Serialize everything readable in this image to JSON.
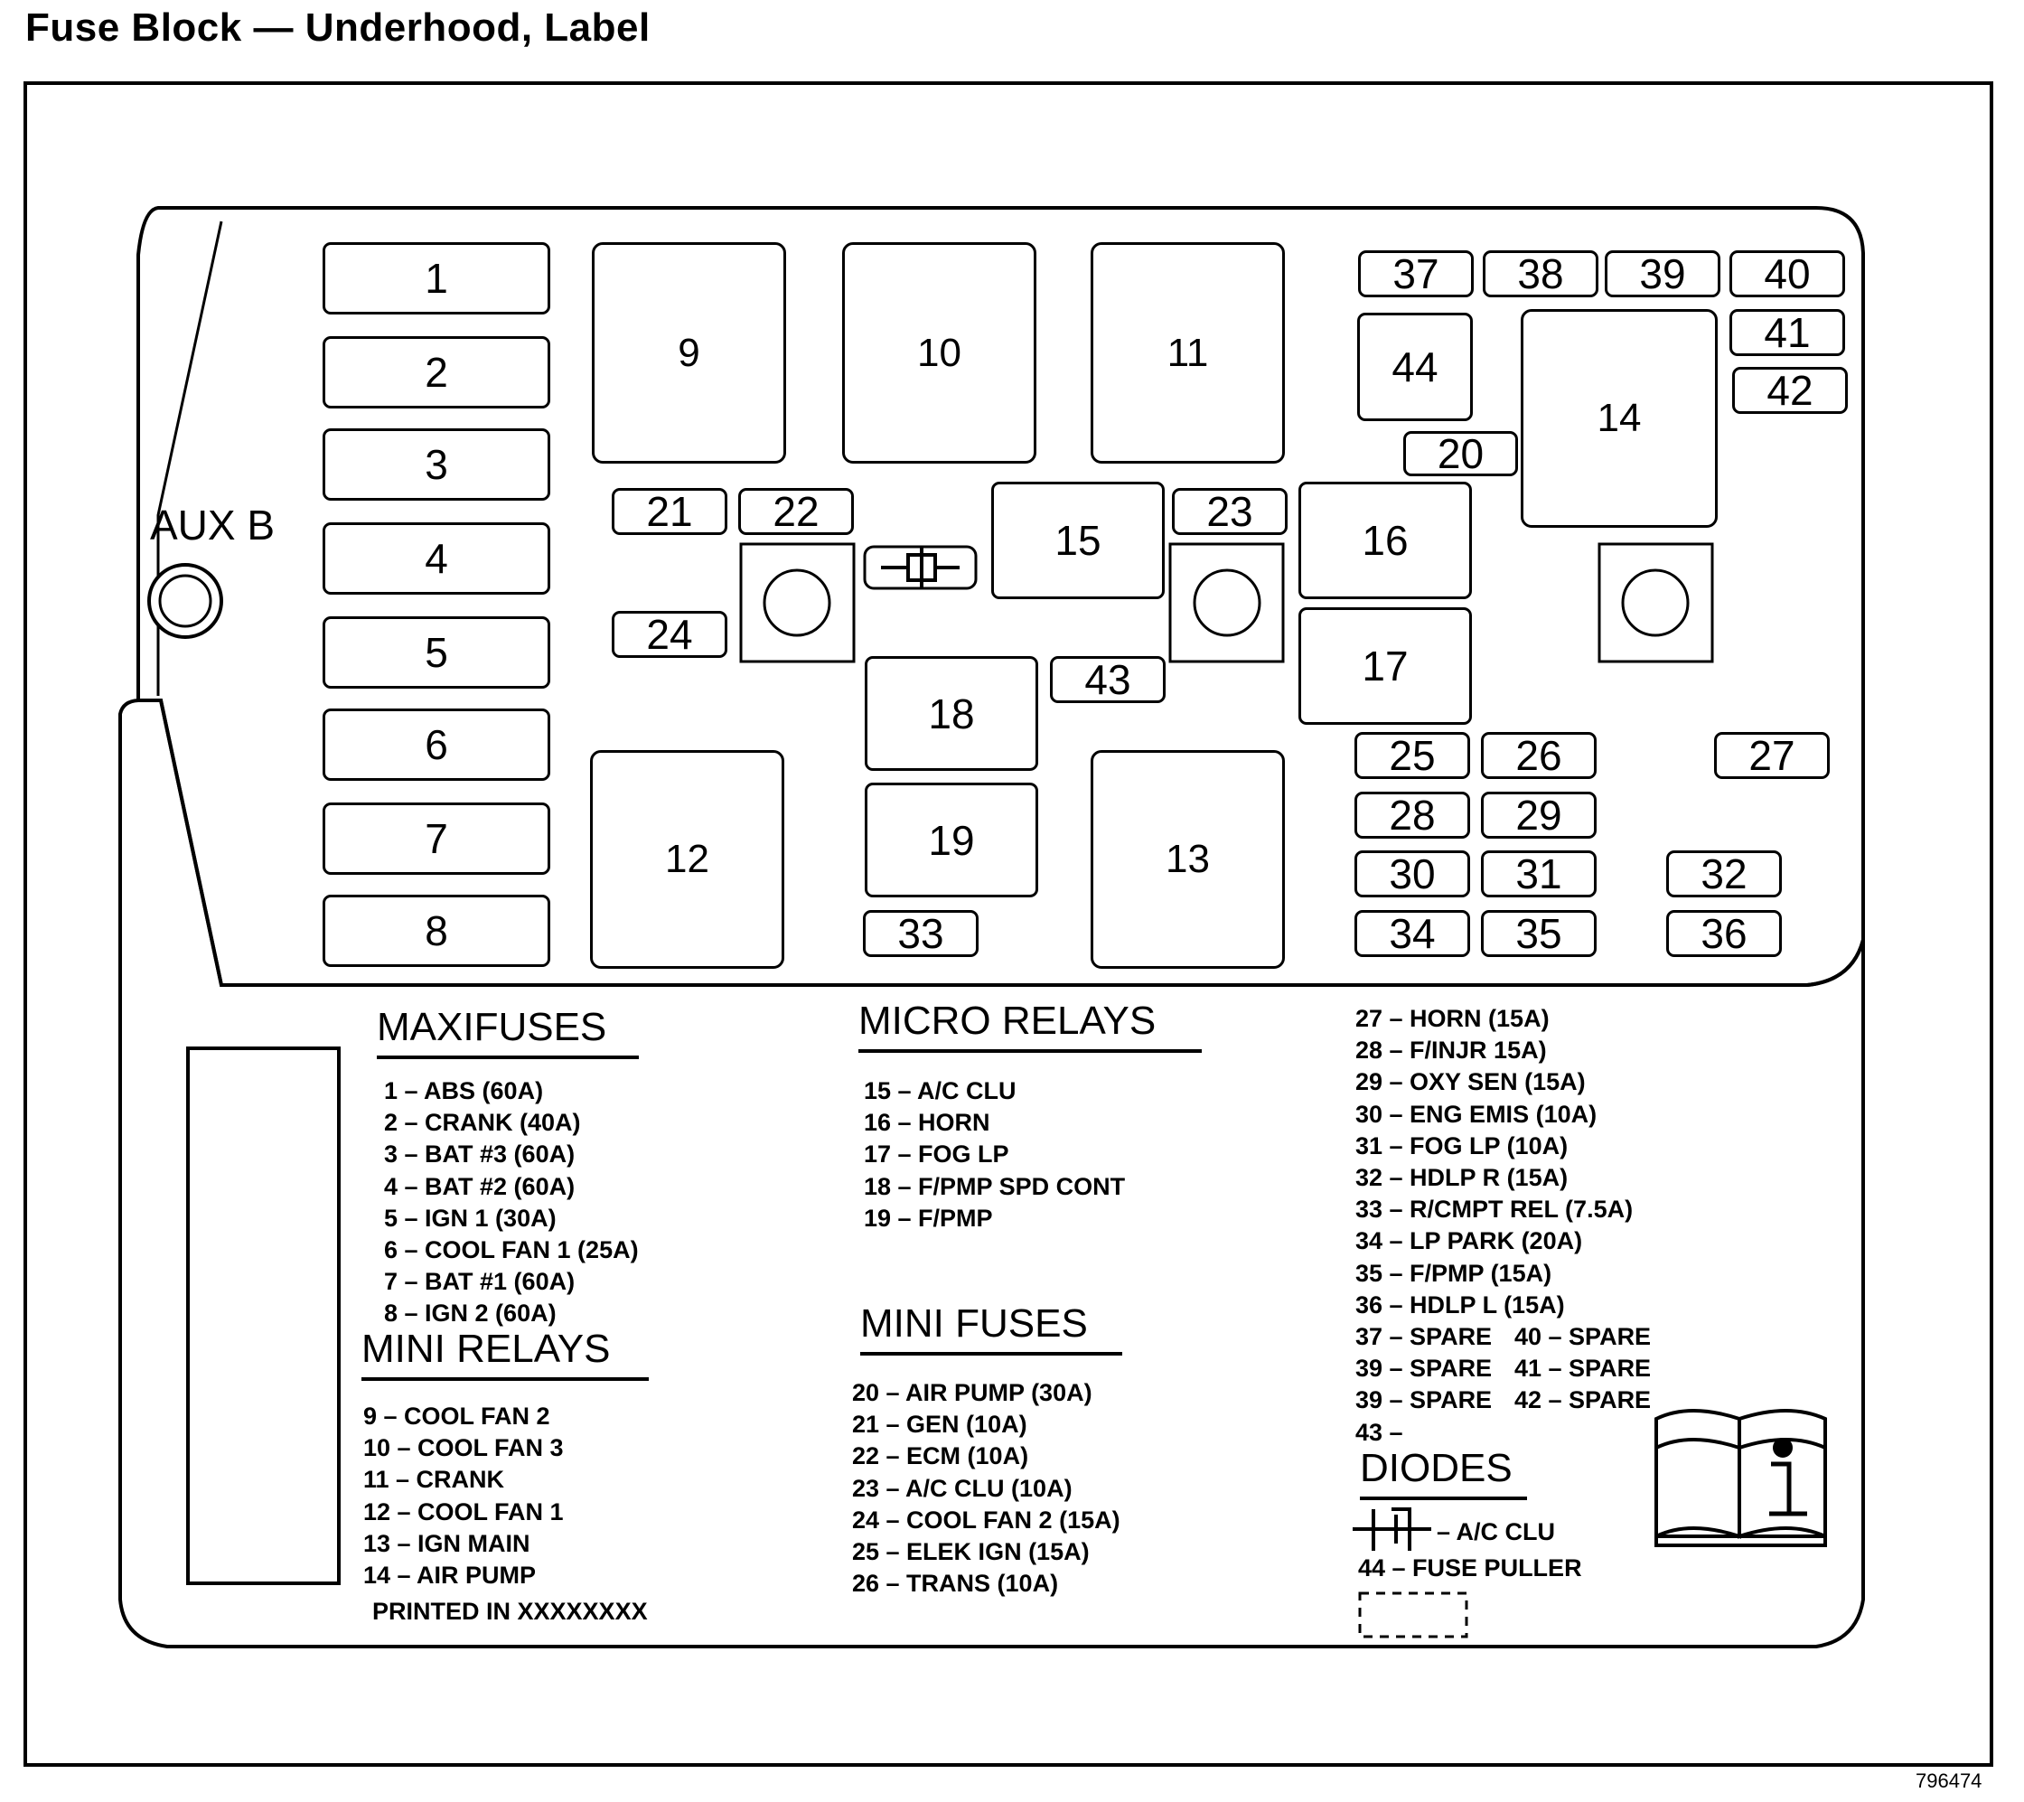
{
  "title": "Fuse Block — Underhood, Label",
  "figure_number": "796474",
  "aux_label": "AUX B",
  "slots": {
    "s1": "1",
    "s2": "2",
    "s3": "3",
    "s4": "4",
    "s5": "5",
    "s6": "6",
    "s7": "7",
    "s8": "8",
    "s9": "9",
    "s10": "10",
    "s11": "11",
    "s12": "12",
    "s13": "13",
    "s14": "14",
    "s15": "15",
    "s16": "16",
    "s17": "17",
    "s18": "18",
    "s19": "19",
    "s20": "20",
    "s21": "21",
    "s22": "22",
    "s23": "23",
    "s24": "24",
    "s25": "25",
    "s26": "26",
    "s27": "27",
    "s28": "28",
    "s29": "29",
    "s30": "30",
    "s31": "31",
    "s32": "32",
    "s33": "33",
    "s34": "34",
    "s35": "35",
    "s36": "36",
    "s37": "37",
    "s38": "38",
    "s39": "39",
    "s40": "40",
    "s41": "41",
    "s42": "42",
    "s43": "43",
    "s44": "44"
  },
  "maxifuses": {
    "heading": "MAXIFUSES",
    "items": [
      "1 – ABS (60A)",
      "2 – CRANK (40A)",
      "3 – BAT #3 (60A)",
      "4 – BAT #2 (60A)",
      "5 – IGN 1 (30A)",
      "6 – COOL FAN 1 (25A)",
      "7 – BAT #1 (60A)",
      "8 – IGN 2 (60A)"
    ]
  },
  "mini_relays": {
    "heading": "MINI RELAYS",
    "items": [
      "9 – COOL FAN 2",
      "10 – COOL FAN 3",
      "11 – CRANK",
      "12 – COOL FAN 1",
      "13 – IGN MAIN",
      "14 – AIR PUMP"
    ]
  },
  "printed_in": "PRINTED IN XXXXXXXX",
  "micro_relays": {
    "heading": "MICRO RELAYS",
    "items": [
      "15 – A/C CLU",
      "16 – HORN",
      "17 – FOG LP",
      "18 – F/PMP SPD CONT",
      "19 – F/PMP"
    ]
  },
  "mini_fuses": {
    "heading": "MINI FUSES",
    "items": [
      "20 – AIR PUMP (30A)",
      "21 – GEN (10A)",
      "22 – ECM (10A)",
      "23 – A/C CLU (10A)",
      "24 – COOL FAN 2 (15A)",
      "25 – ELEK IGN (15A)",
      "26 – TRANS (10A)"
    ]
  },
  "right_list": {
    "items": [
      "27 – HORN (15A)",
      "28 – F/INJR 15A)",
      "29 – OXY SEN (15A)",
      "30 – ENG EMIS (10A)",
      "31 – FOG LP (10A)",
      "32 – HDLP R (15A)",
      "33 – R/CMPT REL (7.5A)",
      "34 – LP PARK (20A)",
      "35 – F/PMP (15A)",
      "36 – HDLP L (15A)"
    ],
    "spares_left": [
      "37 – SPARE",
      "39 – SPARE",
      "39 – SPARE",
      "43 –"
    ],
    "spares_right": [
      "40 – SPARE",
      "41 – SPARE",
      "42 – SPARE"
    ]
  },
  "diodes": {
    "heading": "DIODES",
    "diode_item": "– A/C CLU",
    "fuse_puller": "44 – FUSE PULLER"
  }
}
